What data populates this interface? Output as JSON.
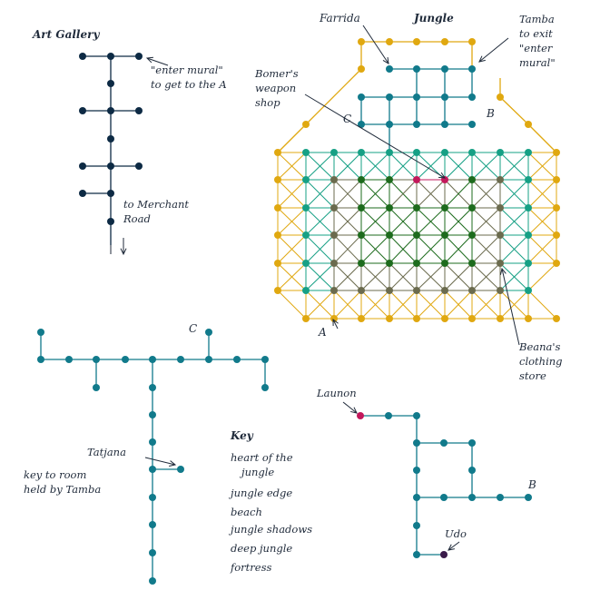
{
  "labels": {
    "art_gallery": "Art Gallery",
    "enter_mural_1": "\"enter mural\"",
    "enter_mural_2": "to get to the A",
    "merchant_1": "to Merchant",
    "merchant_2": "Road",
    "farrida": "Farrida",
    "jungle": "Jungle",
    "tamba_1": "Tamba",
    "tamba_2": "to exit",
    "tamba_3": "\"enter",
    "tamba_4": "mural\"",
    "bomer_1": "Bomer's",
    "bomer_2": "weapon",
    "bomer_3": "shop",
    "c_jungle": "C",
    "b_jungle": "B",
    "a_jungle": "A",
    "beana_1": "Beana's",
    "beana_2": "clothing",
    "beana_3": "store",
    "c_fortress": "C",
    "tatjana": "Tatjana",
    "key_room_1": "key to room",
    "key_room_2": "held by Tamba",
    "launon": "Launon",
    "b_lower": "B",
    "udo": "Udo"
  },
  "legend": {
    "title": "Key",
    "items": [
      {
        "label_1": "heart of the",
        "label_2": "jungle",
        "color": "#c2185b"
      },
      {
        "label_1": "jungle edge",
        "label_2": "",
        "color": "#16a085"
      },
      {
        "label_1": "beach",
        "label_2": "",
        "color": "#e0a810"
      },
      {
        "label_1": "jungle shadows",
        "label_2": "",
        "color": "#6b6b4e"
      },
      {
        "label_1": "deep jungle",
        "label_2": "",
        "color": "#1d6b1d"
      },
      {
        "label_1": "fortress",
        "label_2": "",
        "color": "#117a8b"
      }
    ]
  },
  "colors": {
    "heart": "#c2185b",
    "edge": "#16a085",
    "beach": "#e0a810",
    "shadows": "#6b6b4e",
    "deep": "#1d6b1d",
    "fortress": "#117a8b",
    "gallery": "#0d2a44",
    "jungle_title": "#1e8e3e",
    "ink": "#1f2a3a"
  }
}
